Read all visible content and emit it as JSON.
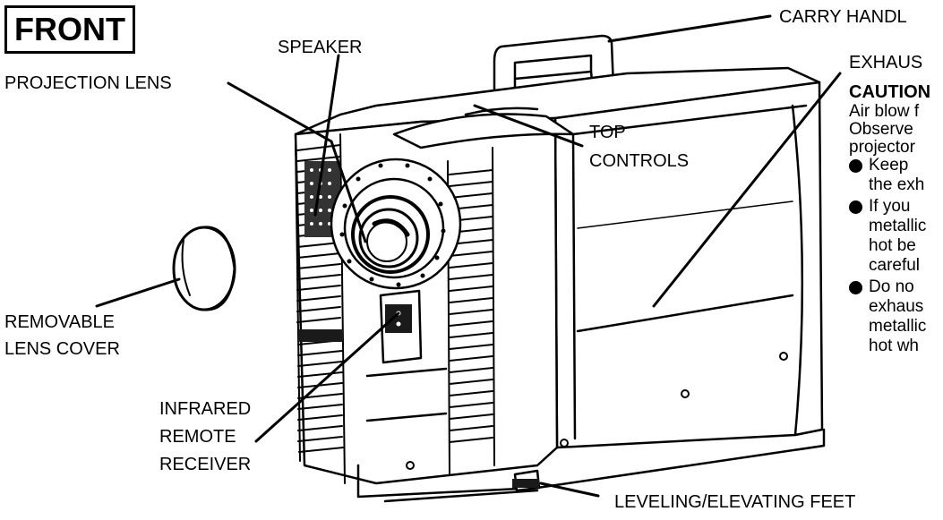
{
  "title": "FRONT",
  "labels": {
    "carry_handle": "CARRY HANDL",
    "speaker": "SPEAKER",
    "projection_lens": "PROJECTION LENS",
    "top_controls_1": "TOP",
    "top_controls_2": "CONTROLS",
    "exhaust": "EXHAUS",
    "lens_cover_1": "REMOVABLE",
    "lens_cover_2": "LENS COVER",
    "ir_1": "INFRARED",
    "ir_2": "REMOTE",
    "ir_3": "RECEIVER",
    "feet": "LEVELING/ELEVATING FEET"
  },
  "caution": {
    "title": "CAUTION",
    "intro_lines": [
      "Air blow f",
      "Observe",
      "projector"
    ],
    "bullets": [
      [
        "Keep",
        "the exh"
      ],
      [
        "If  you",
        "metallic",
        "hot be",
        "careful"
      ],
      [
        "Do  no",
        "exhaus",
        "metallic",
        "hot wh"
      ]
    ]
  },
  "colors": {
    "ink": "#000000",
    "paper": "#ffffff",
    "shade": "#1a1a1a"
  }
}
